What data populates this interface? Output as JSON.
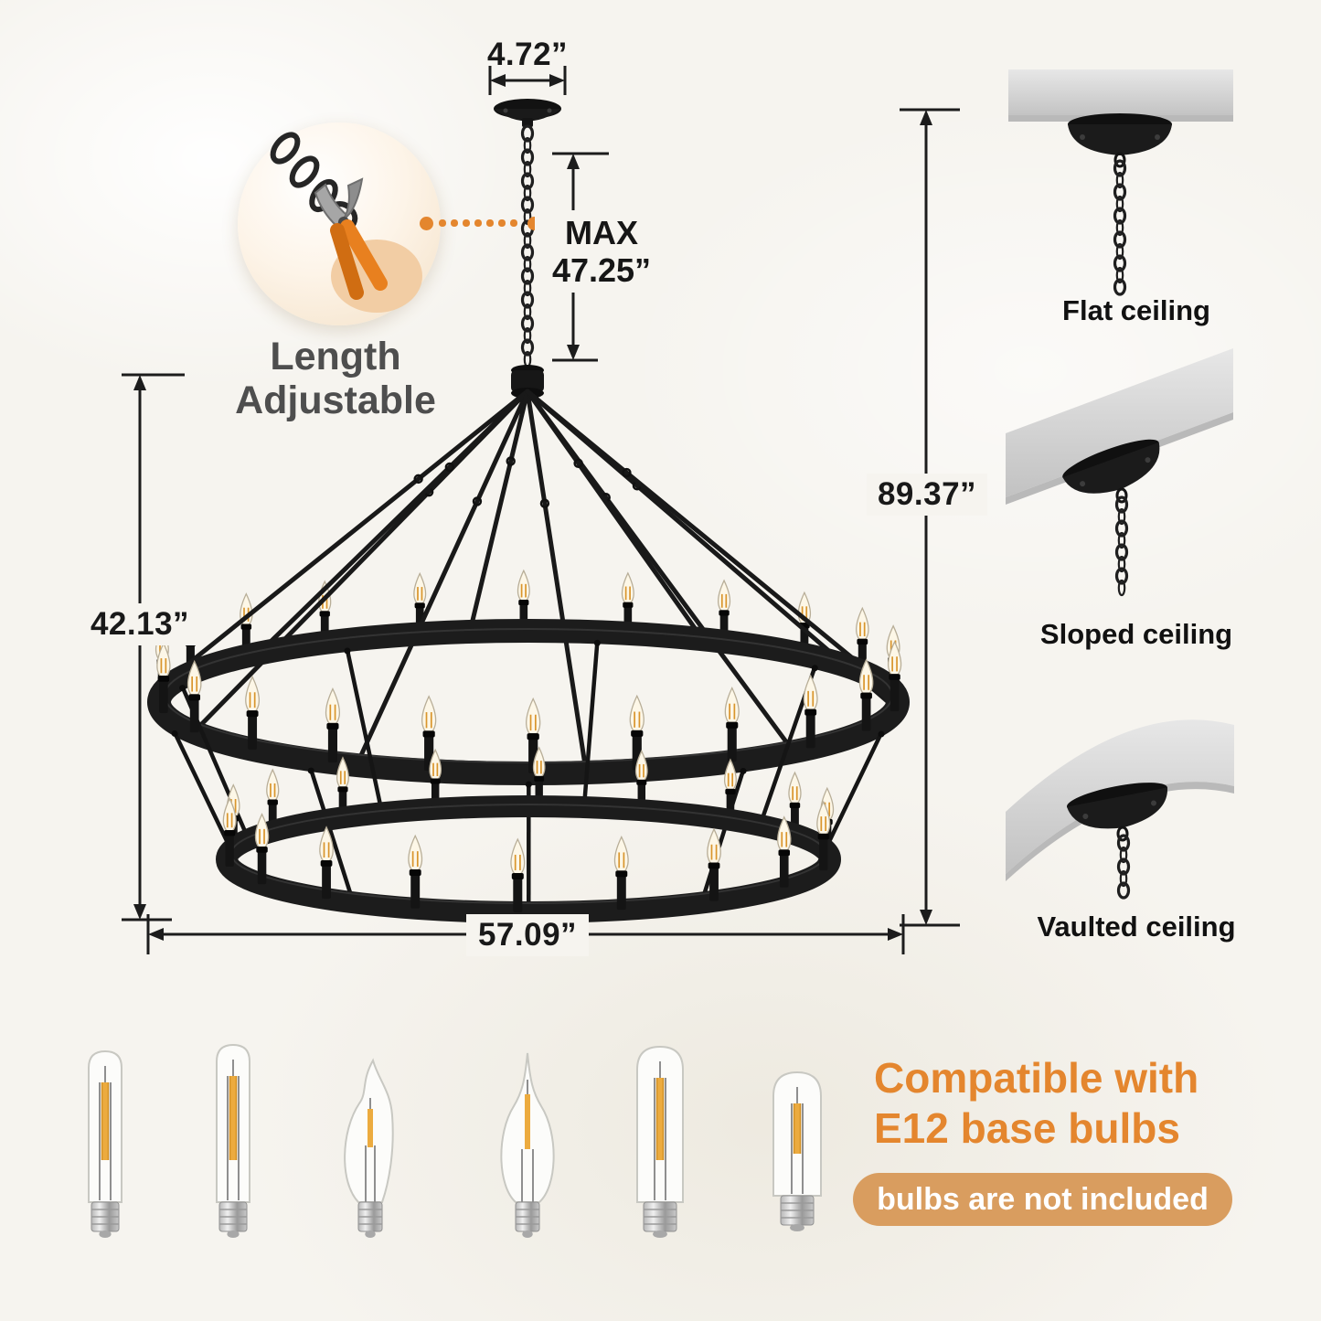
{
  "colors": {
    "accent-orange": "#E4862E",
    "pill-bg": "#D99D5F",
    "page-bg": "#F6F4EF"
  },
  "dimensions": {
    "canopy_width": "4.72”",
    "chain_max_label": "MAX",
    "chain_max_value": "47.25”",
    "total_height": "89.37”",
    "fixture_height": "42.13”",
    "diameter": "57.09”"
  },
  "adjustable_feature": {
    "line1": "Length",
    "line2": "Adjustable"
  },
  "ceiling_options": [
    {
      "label": "Flat ceiling"
    },
    {
      "label": "Sloped ceiling"
    },
    {
      "label": "Vaulted ceiling"
    }
  ],
  "compatibility": {
    "line1": "Compatible with",
    "line2": "E12 base bulbs",
    "note": "bulbs are not included"
  }
}
